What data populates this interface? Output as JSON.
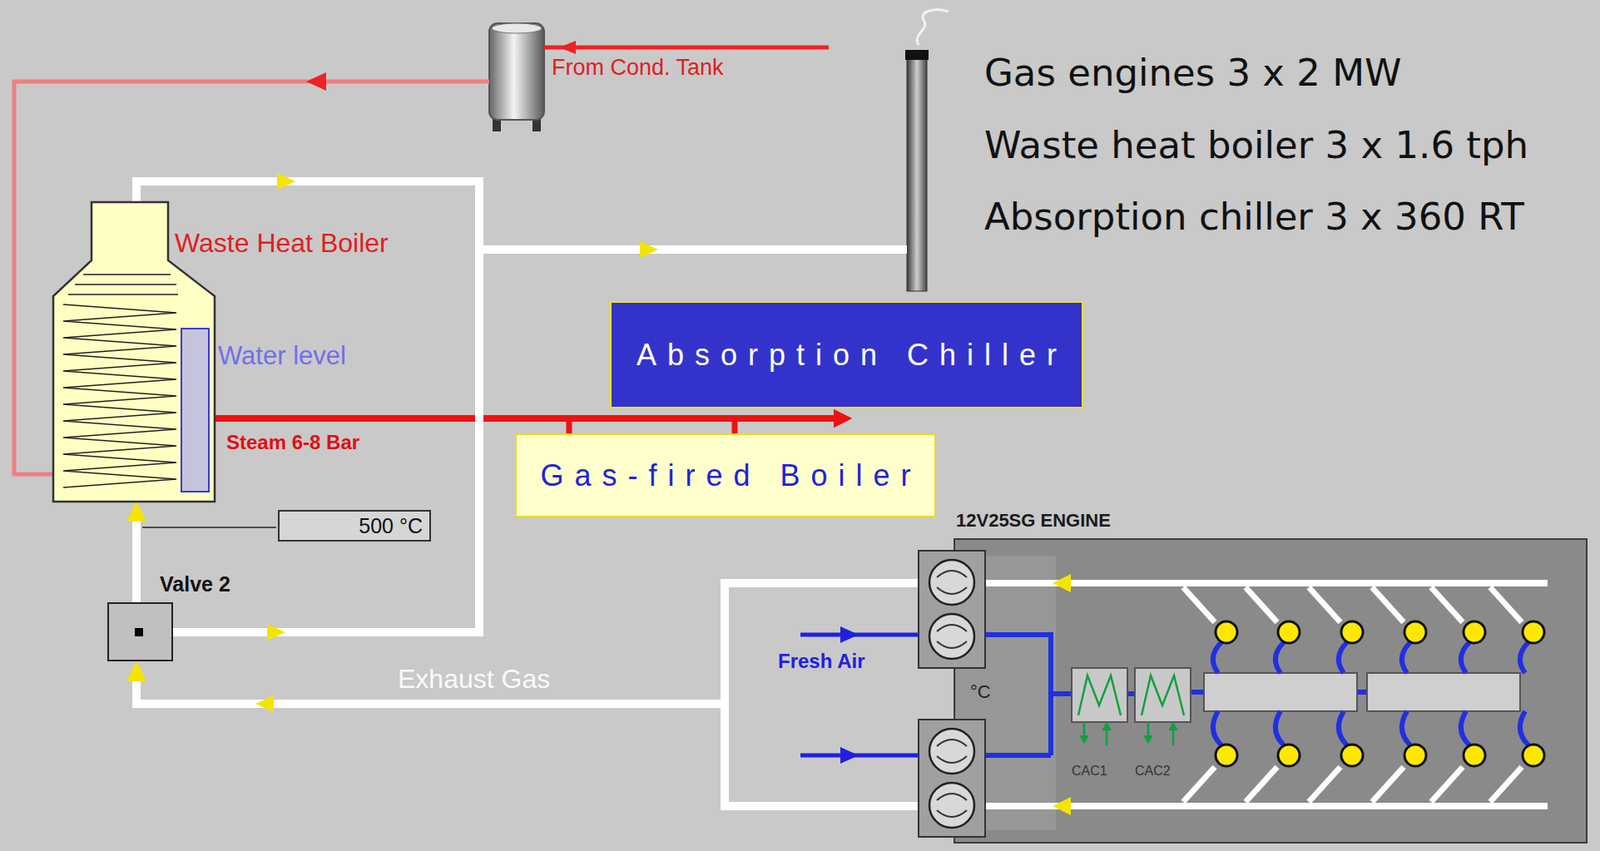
{
  "diagram": {
    "nodes": [
      {
        "text": [
          "Waste Heat Boiler"
        ]
      },
      {
        "text": [
          "Absorption Chiller"
        ]
      },
      {
        "text": [
          "Gas-fired Boiler"
        ]
      },
      {
        "text": [
          "500 °C"
        ]
      },
      {
        "text": [
          "Valve 2"
        ]
      },
      {
        "text": [
          "12V25SG ENGINE"
        ]
      }
    ],
    "edges": [
      {
        "from": 0,
        "to": 1,
        "arrow": "to"
      },
      {
        "from": 2,
        "to": 1,
        "arrow": "to"
      },
      {
        "from": 5,
        "to": 4,
        "arrow": "to",
        "label": "Exhaust Gas"
      },
      {
        "from": 4,
        "to": 0,
        "arrow": "to"
      }
    ],
    "labels": [
      "From Cond. Tank",
      "Gas engines 3 x 2 MW",
      "Waste heat boiler 3 x 1.6 tph",
      "Absorption chiller 3 x 360 RT",
      "Water level",
      "Steam 6-8 Bar",
      "Fresh Air",
      "°C",
      "CAC1",
      "CAC2"
    ]
  }
}
